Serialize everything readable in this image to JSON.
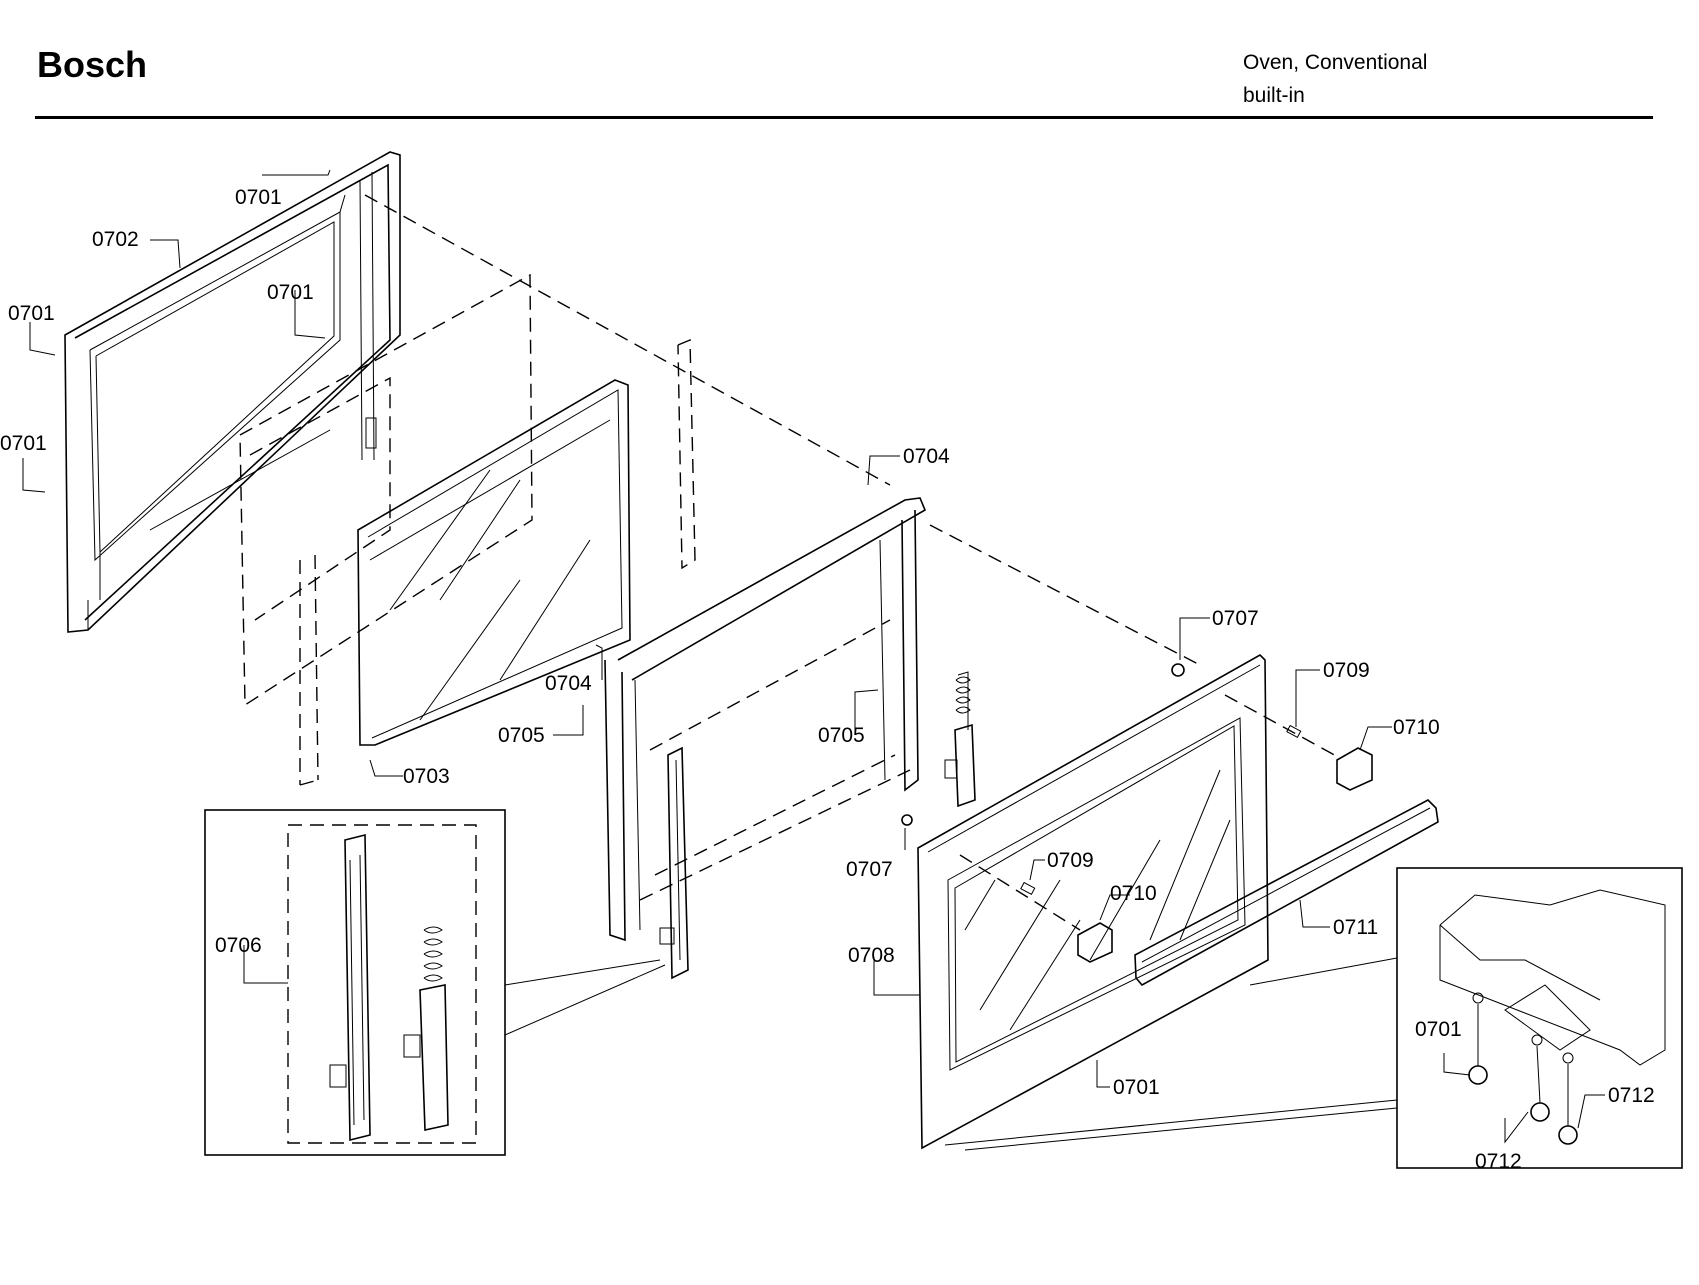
{
  "header": {
    "brand": "Bosch",
    "product_line1": "Oven, Conventional",
    "product_line2": "built-in"
  },
  "callouts": {
    "a": "0701",
    "b": "0702",
    "c": "0701",
    "d": "0701",
    "e": "0701",
    "f": "0703",
    "g": "0704",
    "h": "0704",
    "i": "0705",
    "j": "0705",
    "k": "0706",
    "l": "0707",
    "m": "0707",
    "n": "0708",
    "o": "0709",
    "p": "0709",
    "q": "0710",
    "r": "0710",
    "s": "0711",
    "t": "0701",
    "u": "0701",
    "v": "0712",
    "w": "0712"
  }
}
